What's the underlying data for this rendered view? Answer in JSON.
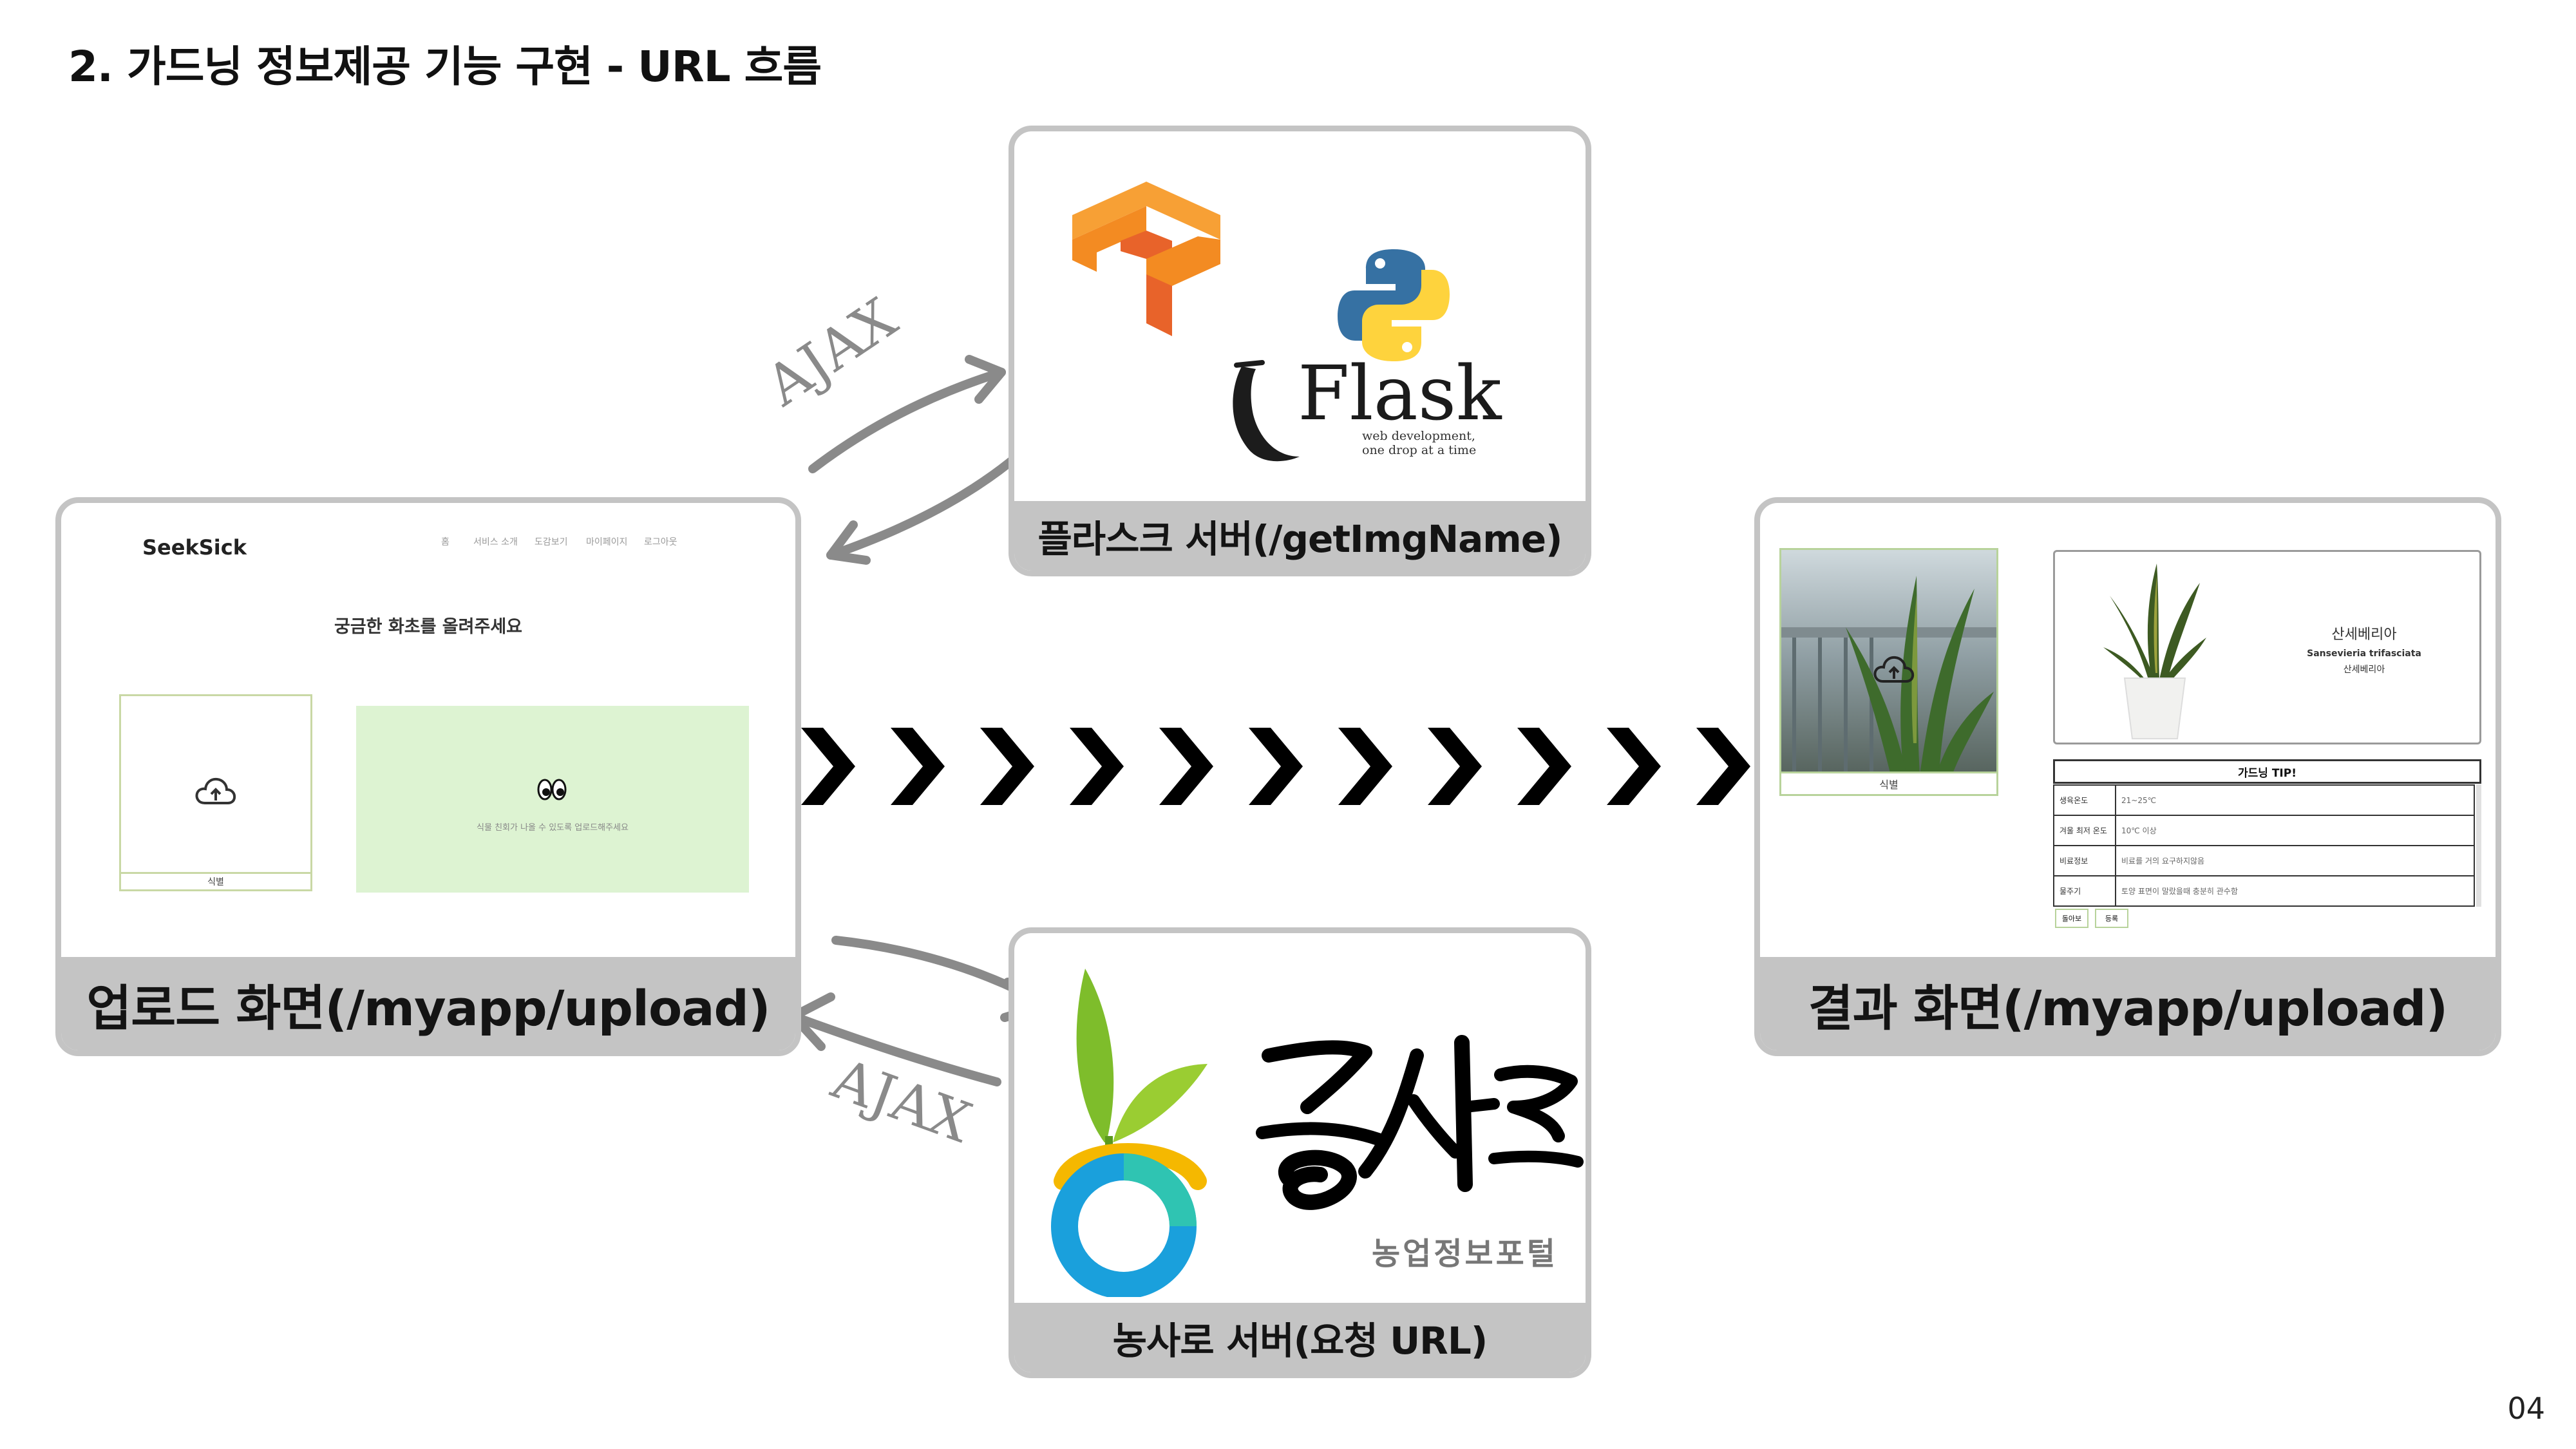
{
  "title": "2. 가드닝 정보제공 기능 구현 - URL 흐름",
  "page_number": "04",
  "arrows": {
    "ajax_top": "AJAX",
    "ajax_bottom": "AJAX",
    "chevron_count": 11
  },
  "flask_server": {
    "caption": "플라스크 서버(/getImgName)",
    "logos": [
      "tensorflow-logo",
      "python-logo",
      "flask-logo"
    ],
    "flask_word": "Flask",
    "flask_tagline_1": "web development,",
    "flask_tagline_2": "one drop at a time"
  },
  "upload_screen": {
    "caption": "업로드 화면(/myapp/upload)",
    "logo": "SeekSick",
    "nav": [
      "홈",
      "서비스 소개",
      "도감보기",
      "마이페이지",
      "로그아웃"
    ],
    "heading": "궁금한 화초를 올려주세요",
    "drop_label": "식별",
    "green_text": "식물 친회가 나올 수 있도록 업로드해주세요"
  },
  "result_screen": {
    "caption": "결과 화면(/myapp/upload)",
    "photo_label": "식별",
    "plant_name_kr": "산세베리아",
    "plant_name_latin": "Sansevieria trifasciata",
    "plant_name_kr_2": "산세베리아",
    "tip_header": "가드닝 TIP!",
    "tips": [
      {
        "k": "생육온도",
        "v": "21~25℃"
      },
      {
        "k": "겨울 최저 온도",
        "v": "10℃ 이상"
      },
      {
        "k": "비료정보",
        "v": "비료를 거의 요구하지않음"
      },
      {
        "k": "물주기",
        "v": "토양 표면이 말랐을때 충분히 관수함"
      }
    ],
    "buttons": [
      "돌아보",
      "등록"
    ]
  },
  "nongsaro_server": {
    "caption": "농사로 서버(요청 URL)",
    "logo_text": "농업정보포털"
  },
  "colors": {
    "card_border": "#c4c4c4",
    "caption_bg": "#c4c4c4",
    "arrow": "#8a8a8a",
    "chevron": "#000000",
    "green_panel": "#ddf3d2"
  }
}
